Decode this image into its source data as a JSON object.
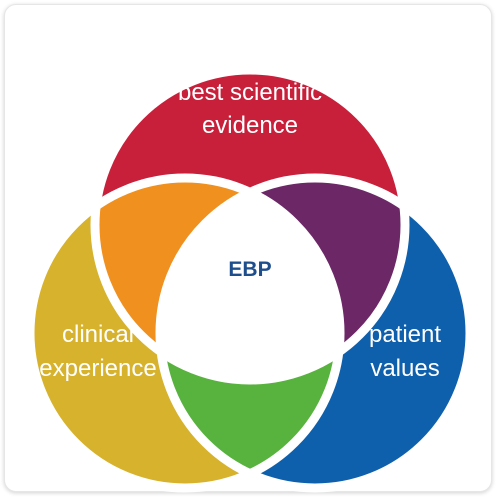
{
  "diagram": {
    "circles": {
      "top": {
        "label_line1": "best scientific",
        "label_line2": "evidence",
        "color": "#c8203b"
      },
      "left": {
        "label_line1": "clinical",
        "label_line2": "experience",
        "color": "#d7b22c"
      },
      "right": {
        "label_line1": "patient",
        "label_line2": "values",
        "color": "#0f60ac"
      }
    },
    "overlaps": {
      "top_left": {
        "color": "#f0901f"
      },
      "top_right": {
        "color": "#6c2766"
      },
      "left_right": {
        "color": "#58b23e"
      }
    },
    "center": {
      "label": "EBP",
      "color": "#1f4e8c"
    }
  }
}
